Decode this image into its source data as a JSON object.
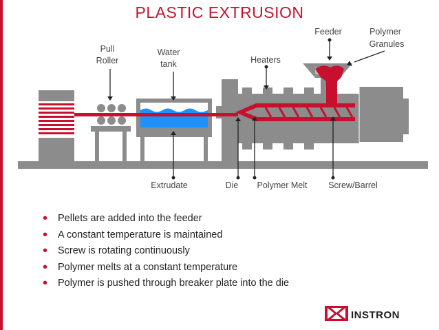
{
  "title": "PLASTIC EXTRUSION",
  "labels": {
    "pull_roller_1": "Pull",
    "pull_roller_2": "Roller",
    "water_tank_1": "Water",
    "water_tank_2": "tank",
    "heaters": "Heaters",
    "feeder": "Feeder",
    "polymer_granules_1": "Polymer",
    "polymer_granules_2": "Granules",
    "extrudate": "Extrudate",
    "die": "Die",
    "polymer_melt": "Polymer Melt",
    "screw_barrel": "Screw/Barrel"
  },
  "bullets": [
    "Pellets are added into the feeder",
    "A constant temperature is maintained",
    "Screw is rotating continuously",
    "Polymer melts at a constant temperature",
    "Polymer is pushed through breaker plate into the die"
  ],
  "logo_text": "INSTRON",
  "colors": {
    "accent": "#c8102e",
    "machine_gray": "#8c8c8c",
    "water_blue": "#1e90ff"
  }
}
